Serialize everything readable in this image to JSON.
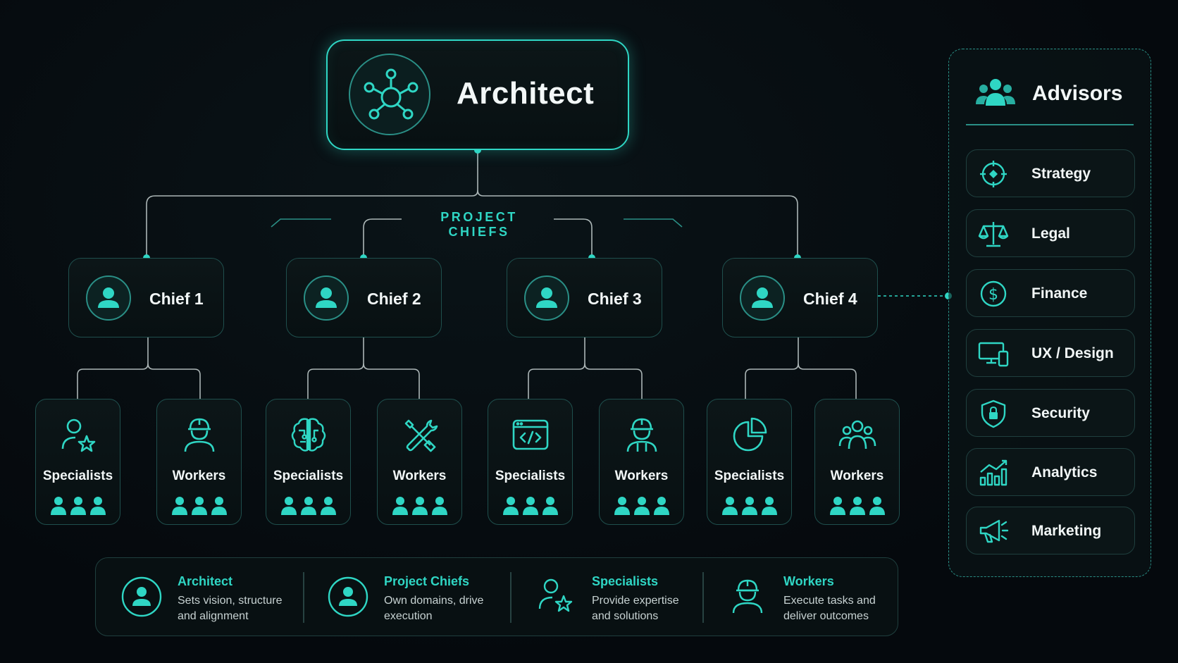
{
  "architect": {
    "title": "Architect"
  },
  "section_label": "PROJECT CHIEFS",
  "chiefs": [
    {
      "label": "Chief 1"
    },
    {
      "label": "Chief 2"
    },
    {
      "label": "Chief 3"
    },
    {
      "label": "Chief 4"
    }
  ],
  "teams": [
    {
      "label": "Specialists",
      "icon": "user-star-icon"
    },
    {
      "label": "Workers",
      "icon": "hard-hat-worker-icon"
    },
    {
      "label": "Specialists",
      "icon": "brain-circuit-icon"
    },
    {
      "label": "Workers",
      "icon": "tools-icon"
    },
    {
      "label": "Specialists",
      "icon": "code-window-icon"
    },
    {
      "label": "Workers",
      "icon": "hard-hat-worker-icon"
    },
    {
      "label": "Specialists",
      "icon": "pie-chart-icon"
    },
    {
      "label": "Workers",
      "icon": "group-icon"
    }
  ],
  "advisors": {
    "title": "Advisors",
    "items": [
      {
        "label": "Strategy",
        "icon": "target-icon"
      },
      {
        "label": "Legal",
        "icon": "scales-icon"
      },
      {
        "label": "Finance",
        "icon": "dollar-icon"
      },
      {
        "label": "UX / Design",
        "icon": "devices-icon"
      },
      {
        "label": "Security",
        "icon": "shield-lock-icon"
      },
      {
        "label": "Analytics",
        "icon": "bar-chart-icon"
      },
      {
        "label": "Marketing",
        "icon": "megaphone-icon"
      }
    ]
  },
  "legend": [
    {
      "title": "Architect",
      "line1": "Sets vision, structure",
      "line2": "and alignment"
    },
    {
      "title": "Project Chiefs",
      "line1": "Own domains, drive",
      "line2": "execution"
    },
    {
      "title": "Specialists",
      "line1": "Provide expertise",
      "line2": "and solutions"
    },
    {
      "title": "Workers",
      "line1": "Execute tasks and",
      "line2": "deliver outcomes"
    }
  ],
  "colors": {
    "accent": "#2fd6c4",
    "background": "#05090d",
    "border": "#1f4f4d"
  }
}
